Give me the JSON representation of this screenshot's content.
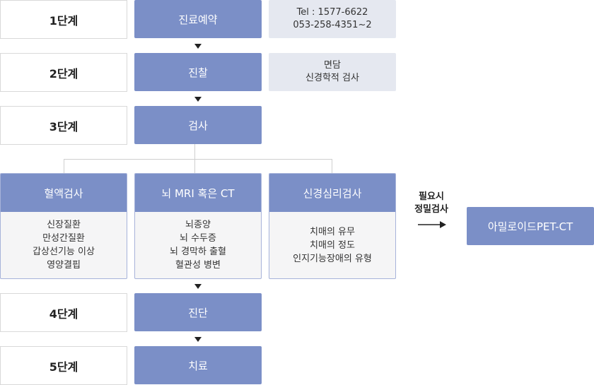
{
  "steps": [
    "1단계",
    "2단계",
    "3단계",
    "4단계",
    "5단계"
  ],
  "process": {
    "reservation": "진료예약",
    "consultation": "진찰",
    "examination": "검사",
    "diagnosis": "진단",
    "treatment": "치료"
  },
  "notes": {
    "contact": [
      "Tel : 1577-6622",
      "053-258-4351~2"
    ],
    "interview": [
      "면담",
      "신경학적 검사"
    ]
  },
  "tests": [
    {
      "title": "혈액검사",
      "items": [
        "신장질환",
        "만성간질환",
        "갑상선기능 이상",
        "영양결핍"
      ]
    },
    {
      "title": "뇌 MRI 혹은 CT",
      "items": [
        "뇌종양",
        "뇌 수두증",
        "뇌 경막하 출혈",
        "혈관성 병변"
      ]
    },
    {
      "title": "신경심리검사",
      "items": [
        "치매의 유무",
        "치매의 정도",
        "인지기능장애의 유형"
      ]
    }
  ],
  "optional": {
    "label": [
      "필요시",
      "정밀검사"
    ],
    "target": "아밀로이드PET-CT"
  },
  "colors": {
    "accent": "#7b8fc7",
    "note_bg": "#e5e8f0",
    "card_border": "#a7b3da"
  }
}
